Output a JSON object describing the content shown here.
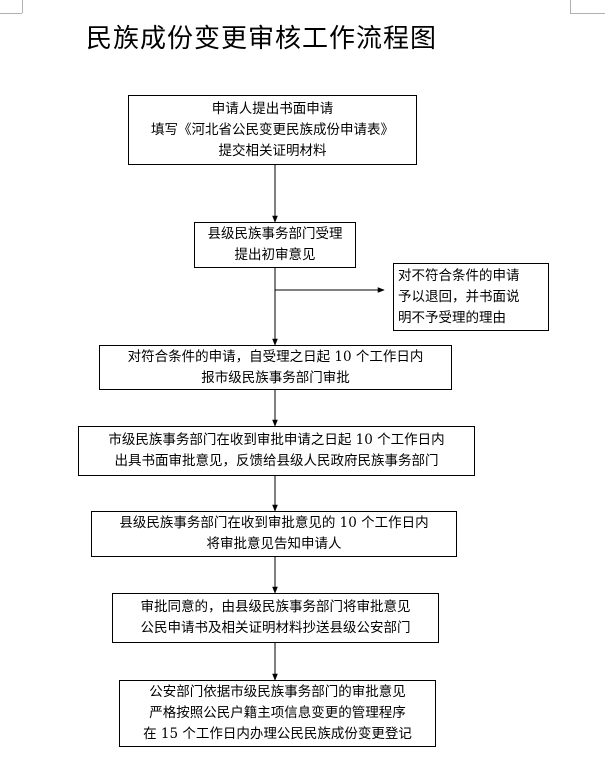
{
  "title": "民族成份变更审核工作流程图",
  "steps": [
    {
      "lines": [
        "申请人提出书面申请",
        "填写《河北省公民变更民族成份申请表》",
        "提交相关证明材料"
      ]
    },
    {
      "lines": [
        "县级民族事务部门受理",
        "提出初审意见"
      ]
    },
    {
      "lines": [
        "对不符合条件的申请",
        "予以退回，并书面说",
        "明不予受理的理由"
      ]
    },
    {
      "lines": [
        "对符合条件的申请，自受理之日起 10 个工作日内",
        "报市级民族事务部门审批"
      ]
    },
    {
      "lines": [
        "市级民族事务部门在收到审批申请之日起 10 个工作日内",
        "出具书面审批意见，反馈给县级人民政府民族事务部门"
      ]
    },
    {
      "lines": [
        "县级民族事务部门在收到审批意见的 10 个工作日内",
        "将审批意见告知申请人"
      ]
    },
    {
      "lines": [
        "审批同意的，由县级民族事务部门将审批意见",
        "公民申请书及相关证明材料抄送县级公安部门"
      ]
    },
    {
      "lines": [
        "公安部门依据市级民族事务部门的审批意见",
        "严格按照公民户籍主项信息变更的管理程序",
        "在 15 个工作日内办理公民民族成份变更登记"
      ]
    }
  ]
}
